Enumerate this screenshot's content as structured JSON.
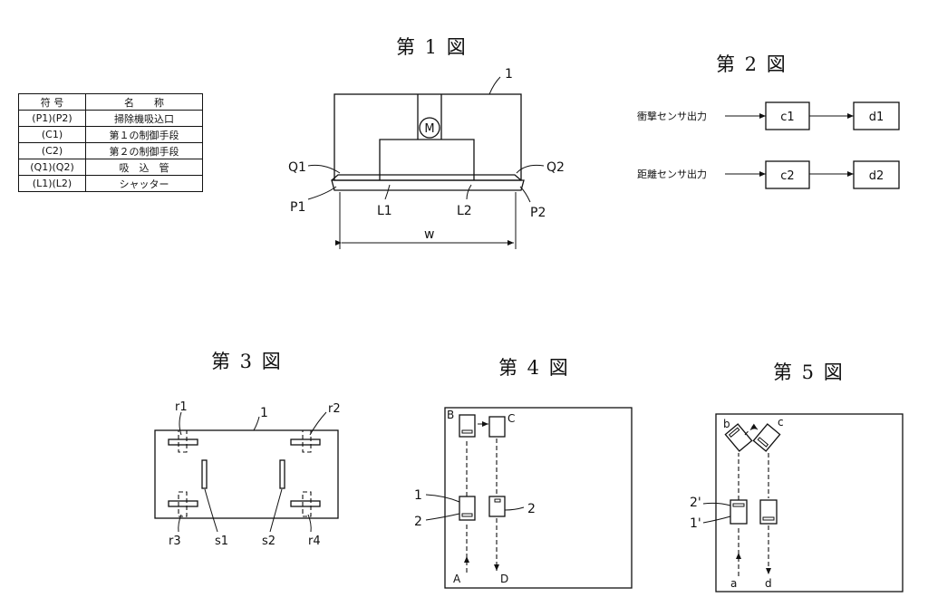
{
  "table": {
    "header": [
      "符 号",
      "名　　称"
    ],
    "rows": [
      [
        "(P1)(P2)",
        "掃除機吸込口"
      ],
      [
        "(C1)",
        "第１の制御手段"
      ],
      [
        "(C2)",
        "第２の制御手段"
      ],
      [
        "(Q1)(Q2)",
        "吸　込　管"
      ],
      [
        "(L1)(L2)",
        "シャッター"
      ]
    ]
  },
  "fig1": {
    "title": "第 1 図",
    "label_body": "1",
    "motor": "M",
    "Q1": "Q1",
    "Q2": "Q2",
    "P1": "P1",
    "P2": "P2",
    "L1": "L1",
    "L2": "L2",
    "W": "w"
  },
  "fig2": {
    "title": "第 2 図",
    "row1_input": "衝撃センサ出力",
    "row1_box1": "c1",
    "row1_box2": "d1",
    "row2_input": "距離センサ出力",
    "row2_box1": "c2",
    "row2_box2": "d2"
  },
  "fig3": {
    "title": "第 3 図",
    "label_body": "1",
    "r1": "r1",
    "r2": "r2",
    "r3": "r3",
    "r4": "r4",
    "s1": "s1",
    "s2": "s2"
  },
  "fig4": {
    "title": "第 4 図",
    "A": "A",
    "B": "B",
    "C": "C",
    "D": "D",
    "label1": "1",
    "label2": "2",
    "label2b": "2"
  },
  "fig5": {
    "title": "第 5 図",
    "a": "a",
    "b": "b",
    "c": "c",
    "d": "d",
    "label2p": "2'",
    "label1p": "1'"
  }
}
